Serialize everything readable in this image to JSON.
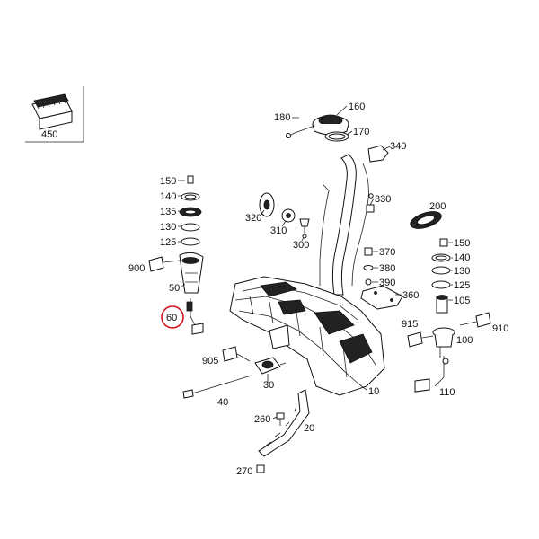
{
  "callouts": {
    "c450": "450",
    "c180": "180",
    "c160": "160",
    "c170": "170",
    "c340": "340",
    "c150a": "150",
    "c140a": "140",
    "c135": "135",
    "c130a": "130",
    "c125a": "125",
    "c900": "900",
    "c50": "50",
    "c60": "60",
    "c320": "320",
    "c310": "310",
    "c300": "300",
    "c330": "330",
    "c200": "200",
    "c370": "370",
    "c380": "380",
    "c390": "390",
    "c360": "360",
    "c150b": "150",
    "c140b": "140",
    "c130b": "130",
    "c125b": "125",
    "c105": "105",
    "c915": "915",
    "c910": "910",
    "c100": "100",
    "c110": "110",
    "c905": "905",
    "c30": "30",
    "c40": "40",
    "c10": "10",
    "c260": "260",
    "c20": "20",
    "c270": "270"
  },
  "highlight": {
    "part": "60",
    "color": "#d0141c"
  }
}
